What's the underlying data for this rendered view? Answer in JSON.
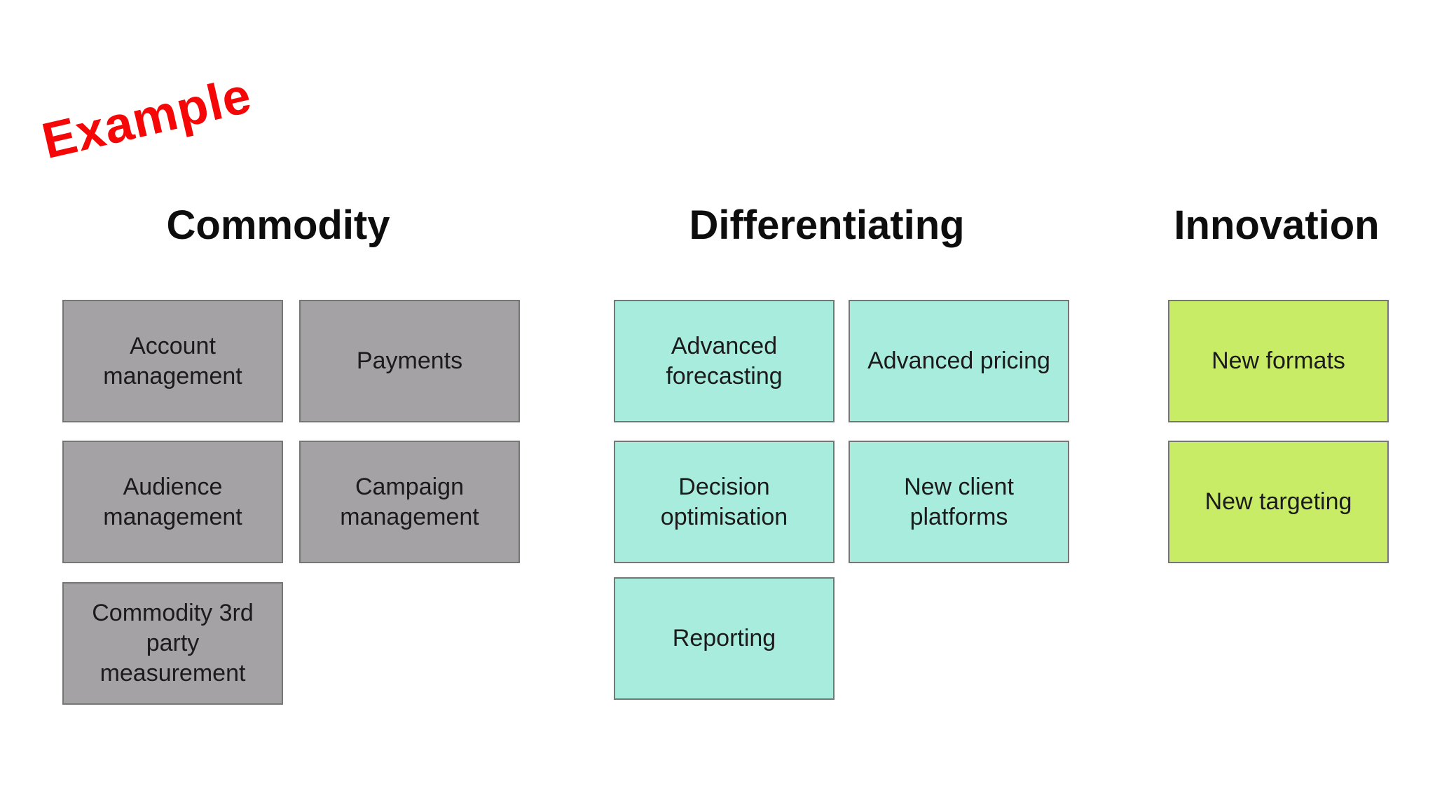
{
  "annotation": {
    "label": "Example",
    "color": "#f50707"
  },
  "box_border_color": "#767676",
  "columns": [
    {
      "title": "Commodity",
      "box_color": "#a4a2a4",
      "boxes": [
        {
          "label": "Account management"
        },
        {
          "label": "Payments"
        },
        {
          "label": "Audience management"
        },
        {
          "label": "Campaign management"
        },
        {
          "label": "Commodity 3rd party measurement"
        }
      ]
    },
    {
      "title": "Differentiating",
      "box_color": "#a8ecdd",
      "boxes": [
        {
          "label": "Advanced forecasting"
        },
        {
          "label": "Advanced pricing"
        },
        {
          "label": "Decision optimisation"
        },
        {
          "label": "New client platforms"
        },
        {
          "label": "Reporting"
        }
      ]
    },
    {
      "title": "Innovation",
      "box_color": "#c9ec66",
      "boxes": [
        {
          "label": "New formats"
        },
        {
          "label": "New targeting"
        }
      ]
    }
  ]
}
